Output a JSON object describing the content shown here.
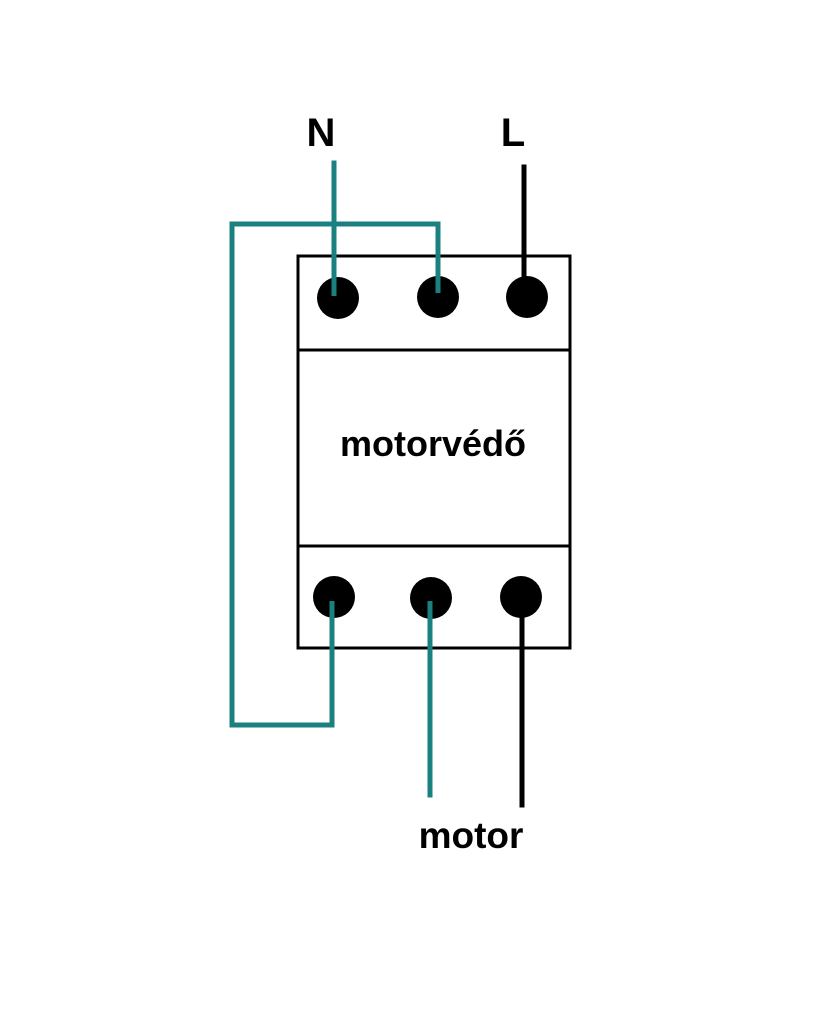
{
  "labels": {
    "neutral": "N",
    "line": "L",
    "device": "motorvédő",
    "output": "motor"
  },
  "colors": {
    "teal_wire": "#1A8080",
    "black_wire": "#000000",
    "terminal": "#000000",
    "background": "#FFFFFF"
  },
  "terminals": {
    "top": [
      "top-left",
      "top-middle",
      "top-right"
    ],
    "bottom": [
      "bottom-left",
      "bottom-middle",
      "bottom-right"
    ]
  }
}
